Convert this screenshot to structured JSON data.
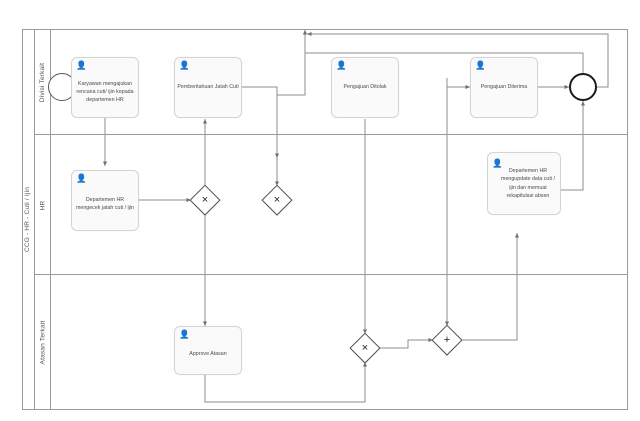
{
  "diagram": {
    "type": "bpmn-process-diagram",
    "pool": {
      "label": "CCG - HR - Cuti / Ijin"
    },
    "lanes": [
      {
        "id": "lane-divisi",
        "label": "Divisi Terkait"
      },
      {
        "id": "lane-hr",
        "label": "HR"
      },
      {
        "id": "lane-atasan",
        "label": "Atasan Terkait"
      }
    ],
    "events": [
      {
        "id": "start-event",
        "kind": "start",
        "name": ""
      },
      {
        "id": "end-event",
        "kind": "end",
        "name": ""
      }
    ],
    "tasks": [
      {
        "id": "task-karyawan-mengajukan",
        "lane": "lane-divisi",
        "label": "Karyawan mengajukan rencana cuti/ ijin kepada departemen HR",
        "marker": "user"
      },
      {
        "id": "task-pemberitahuan-jatah-cuti",
        "lane": "lane-divisi",
        "label": "Pemberitahuan Jatah Cuti",
        "marker": "user"
      },
      {
        "id": "task-pengajuan-ditolak",
        "lane": "lane-divisi",
        "label": "Pengajuan Ditolak",
        "marker": "user"
      },
      {
        "id": "task-pengajuan-diterima",
        "lane": "lane-divisi",
        "label": "Pengajuan Diterima",
        "marker": "user"
      },
      {
        "id": "task-hr-mengecek",
        "lane": "lane-hr",
        "label": "Departemen HR mengecek jatah cuti / ijin",
        "marker": "user"
      },
      {
        "id": "task-hr-mengupdate",
        "lane": "lane-hr",
        "label": "Departemen HR mengupdate data cuti / ijin dan memuat rekapitulasi absen",
        "marker": "user"
      },
      {
        "id": "task-approve-atasan",
        "lane": "lane-atasan",
        "label": "Approve Atasan",
        "marker": "user"
      }
    ],
    "gateways": [
      {
        "id": "gateway-1",
        "lane": "lane-hr",
        "glyph": "×",
        "kind": "exclusive",
        "label": ""
      },
      {
        "id": "gateway-2",
        "lane": "lane-hr",
        "glyph": "×",
        "kind": "exclusive",
        "label": ""
      },
      {
        "id": "gateway-3",
        "lane": "lane-atasan",
        "glyph": "×",
        "kind": "exclusive",
        "label": ""
      },
      {
        "id": "gateway-4",
        "lane": "lane-atasan",
        "glyph": "+",
        "kind": "parallel",
        "label": ""
      }
    ],
    "colors": {
      "lane_border": "#9a9a9a",
      "task_fill": "#fafafa",
      "task_border": "#d4d4d4",
      "task_text": "#4a4a52",
      "marker": "#d8b357",
      "edge": "#8c8c8c",
      "event_end_border": "#1c1c1c"
    }
  }
}
